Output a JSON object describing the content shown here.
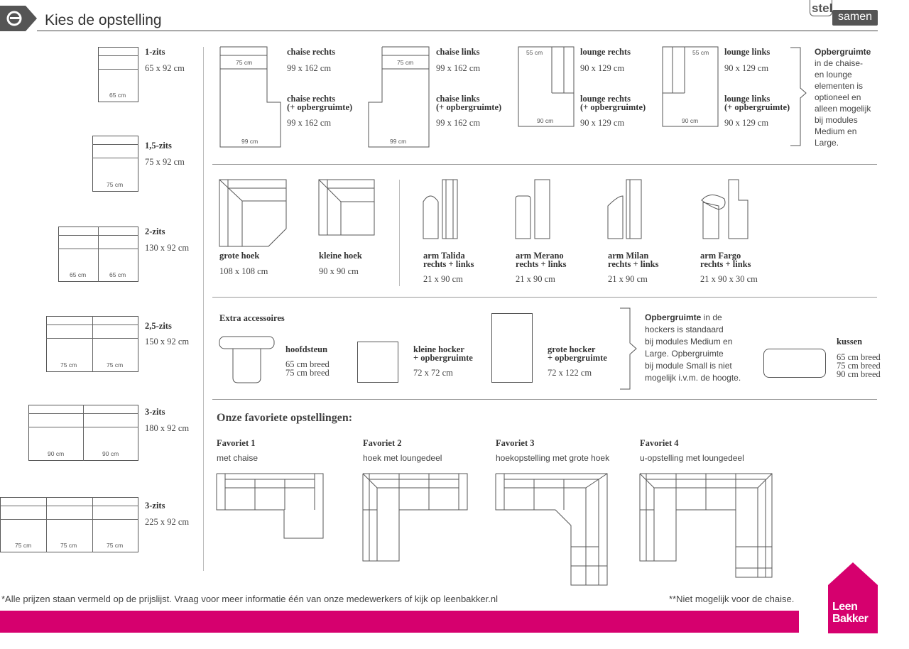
{
  "header": {
    "title": "Kies de opstelling",
    "logo_top": "stel",
    "logo_bottom": "samen"
  },
  "seats": [
    {
      "name": "1-zits",
      "size": "65 x 92 cm",
      "widths": [
        "65 cm"
      ]
    },
    {
      "name": "1,5-zits",
      "size": "75 x 92 cm",
      "widths": [
        "75 cm"
      ]
    },
    {
      "name": "2-zits",
      "size": "130 x 92 cm",
      "widths": [
        "65 cm",
        "65 cm"
      ]
    },
    {
      "name": "2,5-zits",
      "size": "150 x 92 cm",
      "widths": [
        "75 cm",
        "75 cm"
      ]
    },
    {
      "name": "3-zits",
      "size": "180 x 92 cm",
      "widths": [
        "90 cm",
        "90 cm"
      ]
    },
    {
      "name": "3-zits",
      "size": "225 x 92 cm",
      "widths": [
        "75 cm",
        "75 cm",
        "75 cm"
      ]
    }
  ],
  "chaises": [
    {
      "name": "chaise rechts",
      "size": "99 x 162 cm",
      "name2a": "chaise rechts",
      "name2b": "(+ opbergruimte)",
      "size2": "99 x 162 cm",
      "top": "75 cm",
      "bottom": "99 cm"
    },
    {
      "name": "chaise links",
      "size": "99 x 162 cm",
      "name2a": "chaise links",
      "name2b": "(+ opbergruimte)",
      "size2": "99 x 162 cm",
      "top": "75 cm",
      "bottom": "99 cm"
    },
    {
      "name": "lounge rechts",
      "size": "90 x 129 cm",
      "name2a": "lounge rechts",
      "name2b": "(+ opbergruimte)",
      "size2": "90 x 129 cm",
      "top": "55 cm",
      "bottom": "90 cm"
    },
    {
      "name": "lounge links",
      "size": "90 x 129 cm",
      "name2a": "lounge links",
      "name2b": "(+ opbergruimte)",
      "size2": "90 x 129 cm",
      "top": "55 cm",
      "bottom": "90 cm"
    }
  ],
  "storage_note": {
    "bold": "Opbergruimte",
    "text": [
      "in de chaise-",
      "en lounge",
      "elementen is",
      "optioneel en",
      "alleen mogelijk",
      "bij modules",
      "Medium en",
      "Large."
    ]
  },
  "corners": [
    {
      "name": "grote hoek",
      "size": "108 x 108 cm"
    },
    {
      "name": "kleine hoek",
      "size": "90 x 90 cm"
    }
  ],
  "arms": [
    {
      "name": "arm Talida",
      "sub": "rechts + links",
      "size": "21 x 90 cm"
    },
    {
      "name": "arm Merano",
      "sub": "rechts + links",
      "size": "21 x 90 cm"
    },
    {
      "name": "arm Milan",
      "sub": "rechts + links",
      "size": "21 x 90 cm"
    },
    {
      "name": "arm Fargo",
      "sub": "rechts + links",
      "size": "21 x 90 x 30 cm"
    }
  ],
  "accessories": {
    "title": "Extra accessoires",
    "headrest": {
      "name": "hoofdsteun",
      "sizes": [
        "65 cm breed",
        "75 cm breed"
      ]
    },
    "small_hocker": {
      "name": "kleine hocker",
      "sub": "+ opbergruimte",
      "size": "72 x 72 cm"
    },
    "big_hocker": {
      "name": "grote hocker",
      "sub": "+ opbergruimte",
      "size": "72 x 122 cm"
    },
    "note": {
      "bold": "Opbergruimte",
      "lines": [
        " in de",
        "hockers is standaard",
        "bij modules Medium en",
        "Large. Opbergruimte",
        "bij module Small is niet",
        "mogelijk i.v.m. de hoogte."
      ]
    },
    "cushion": {
      "name": "kussen",
      "sizes": [
        "65 cm breed",
        "75 cm breed",
        "90 cm breed"
      ]
    }
  },
  "favorites": {
    "title": "Onze favoriete opstellingen:",
    "items": [
      {
        "name": "Favoriet 1",
        "desc": "met chaise"
      },
      {
        "name": "Favoriet 2",
        "desc": "hoek met loungedeel"
      },
      {
        "name": "Favoriet 3",
        "desc": "hoekopstelling met grote hoek"
      },
      {
        "name": "Favoriet 4",
        "desc": "u-opstelling met loungedeel"
      }
    ]
  },
  "footer": {
    "note": "*Alle prijzen staan vermeld op de prijslijst. Vraag voor meer informatie één van onze medewerkers of kijk op leenbakker.nl",
    "note2": "**Niet mogelijk voor de chaise.",
    "brand1": "Leen",
    "brand2": "Bakker"
  },
  "colors": {
    "accent": "#d6006e",
    "line": "#555555"
  }
}
